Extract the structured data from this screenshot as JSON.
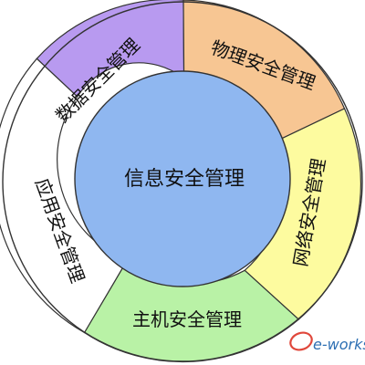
{
  "diagram": {
    "center": {
      "label": "信息安全管理",
      "color": "#8fb7f0"
    },
    "segments": [
      {
        "id": "data",
        "label": "数据安全管理",
        "color": "#b89af0"
      },
      {
        "id": "physical",
        "label": "物理安全管理",
        "color": "#f7c693"
      },
      {
        "id": "network",
        "label": "网络安全管理",
        "color": "#fdfb9f"
      },
      {
        "id": "host",
        "label": "主机安全管理",
        "color": "#b9f2a6"
      },
      {
        "id": "application",
        "label": "应用安全管理",
        "color": "#ffffff"
      }
    ]
  },
  "watermark": {
    "text": "e-works",
    "colors": [
      "#e0473b",
      "#2d6fb3"
    ]
  }
}
